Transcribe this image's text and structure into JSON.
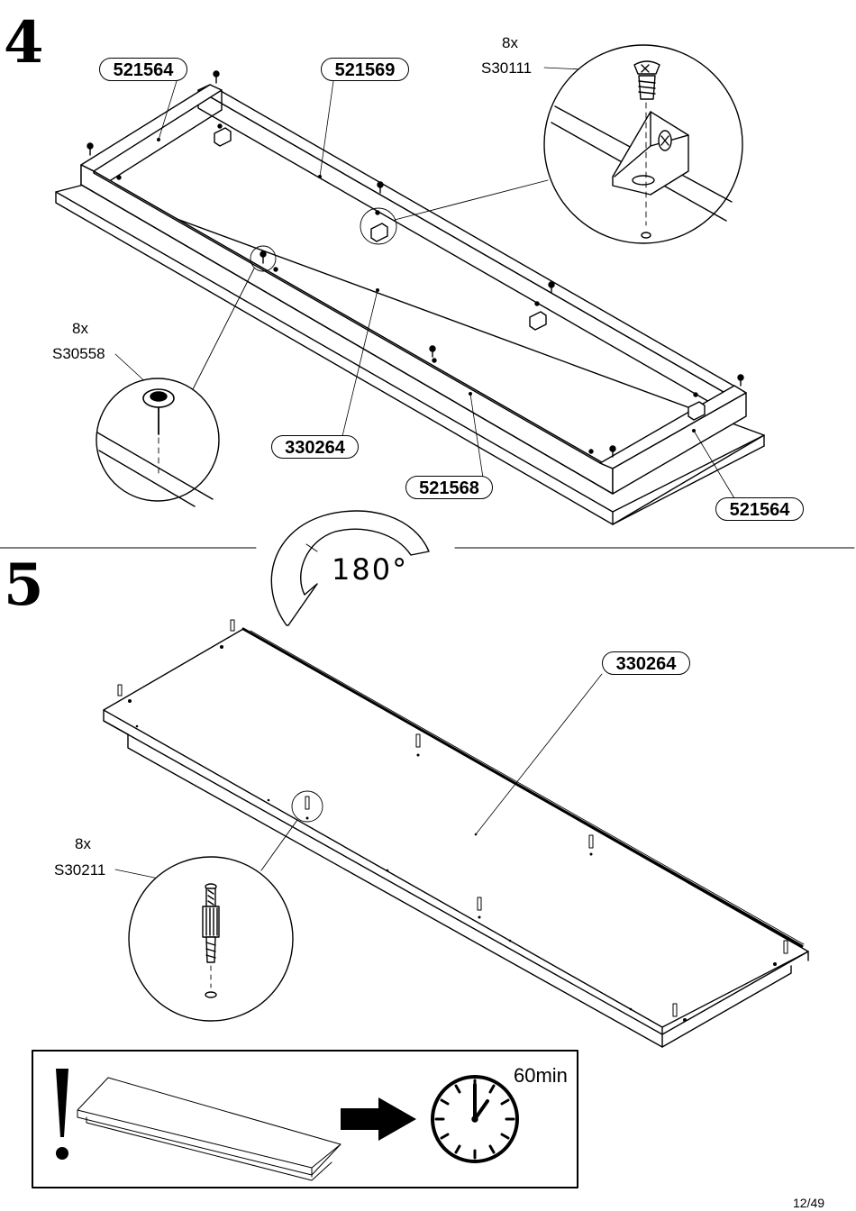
{
  "steps": [
    {
      "number": "4",
      "parts": [
        "521564",
        "521569",
        "330264",
        "521568",
        "521564"
      ],
      "hardware": [
        {
          "qty": "8x",
          "code": "S30111",
          "icon": "corner-bracket-screw-icon"
        },
        {
          "qty": "8x",
          "code": "S30558",
          "icon": "nail-icon"
        }
      ]
    },
    {
      "number": "5",
      "rotation": "180°",
      "parts": [
        "330264"
      ],
      "hardware": [
        {
          "qty": "8x",
          "code": "S30211",
          "icon": "cam-bolt-icon"
        }
      ]
    }
  ],
  "note": {
    "warning_icon": "exclamation-icon",
    "wait_icon": "clock-icon",
    "wait_time": "60min"
  },
  "page_number": "12/49"
}
